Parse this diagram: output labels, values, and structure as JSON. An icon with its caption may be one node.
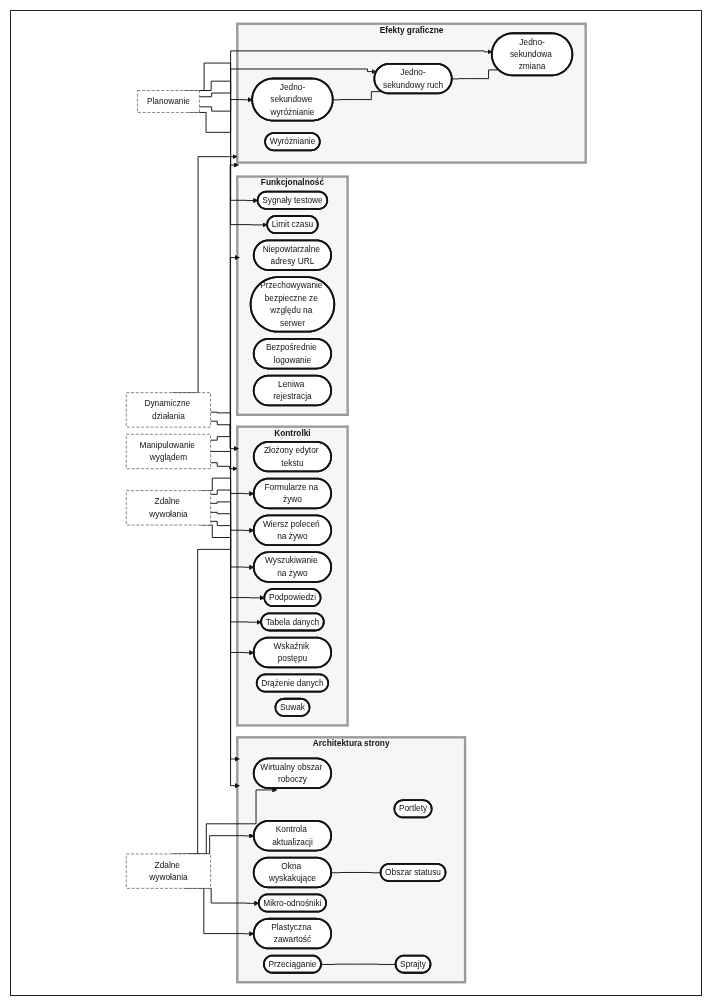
{
  "diagram": {
    "nodes": [
      {
        "text": [
          "Zdalne wywołania"
        ]
      },
      {
        "text": [
          "Kontrolki"
        ]
      },
      {
        "text": [
          "Suwak"
        ],
        "in": 1
      },
      {
        "text": [
          "Drążenie danych"
        ],
        "in": 1
      },
      {
        "text": [
          "Wskaźnik postępu"
        ],
        "in": 1
      },
      {
        "text": [
          "Tabela danych"
        ],
        "in": 1
      },
      {
        "text": [
          "Podpowiedzi"
        ],
        "in": 1
      },
      {
        "text": [
          "Wyszukiwanie na żywo"
        ],
        "in": 1
      },
      {
        "text": [
          "Wiersz poleceń na żywo"
        ],
        "in": 1
      },
      {
        "text": [
          "Formularze na żywo"
        ],
        "in": 1
      },
      {
        "text": [
          "Złożony edytor tekstu"
        ],
        "in": 1
      },
      {
        "text": [
          "Manipulowanie wyglądem"
        ]
      },
      {
        "text": [
          "Dynamiczne działania"
        ]
      },
      {
        "text": [
          "Architektura strony"
        ]
      },
      {
        "text": [
          "Przeciąganie"
        ],
        "in": 13
      },
      {
        "text": [
          "Sprajty"
        ],
        "in": 13
      },
      {
        "text": [
          "Plastyczna zawartość"
        ],
        "in": 13
      },
      {
        "text": [
          "Mikro-odnośniki"
        ],
        "in": 13
      },
      {
        "text": [
          "Okna wyskakujące"
        ],
        "in": 13
      },
      {
        "text": [
          "Obszar statusu"
        ],
        "in": 13
      },
      {
        "text": [
          "Portlety"
        ],
        "in": 13
      },
      {
        "text": [
          "Kontrola aktualizacji"
        ],
        "in": 13
      },
      {
        "text": [
          "Wirtualny obszar roboczy"
        ],
        "in": 13
      },
      {
        "text": [
          "Zdalne wywołania"
        ]
      },
      {
        "text": [
          "Efekty graficzne"
        ]
      },
      {
        "text": [
          "Jedno-sekundowe wyróżnianie"
        ],
        "in": 24
      },
      {
        "text": [
          "Jedno-sekundowy ruch"
        ],
        "in": 24
      },
      {
        "text": [
          "Jedno-sekundowa zmiana"
        ],
        "in": 24
      },
      {
        "text": [
          "Wyróżnianie"
        ],
        "in": 24
      },
      {
        "text": [
          "Planowanie"
        ]
      },
      {
        "text": [
          "Funkcjonalność"
        ]
      },
      {
        "text": [
          "Leniwa rejestracja"
        ],
        "in": 30
      },
      {
        "text": [
          "Bezpośrednie logowanie"
        ],
        "in": 30
      },
      {
        "text": [
          "Przechowywanie bezpieczne ze względu na serwer"
        ],
        "in": 30
      },
      {
        "text": [
          "Limit czasu"
        ],
        "in": 30
      },
      {
        "text": [
          "Sygnały testowe"
        ],
        "in": 30
      },
      {
        "text": [
          "Niepowtarzalne adresy URL"
        ],
        "in": 30
      }
    ],
    "edges": [
      {
        "from": 0,
        "to": 4,
        "arrow": "to"
      },
      {
        "from": 0,
        "to": 5,
        "arrow": "to"
      },
      {
        "from": 0,
        "to": 6,
        "arrow": "to"
      },
      {
        "from": 0,
        "to": 7,
        "arrow": "to"
      },
      {
        "from": 0,
        "to": 8,
        "arrow": "to"
      },
      {
        "from": 0,
        "to": 9,
        "arrow": "to"
      },
      {
        "from": 11,
        "to": 1,
        "arrow": "to"
      },
      {
        "from": 11,
        "to": 13,
        "arrow": "to"
      },
      {
        "from": 11,
        "to": 24,
        "arrow": "to"
      },
      {
        "from": 12,
        "to": 1,
        "arrow": "to"
      },
      {
        "from": 12,
        "to": 13,
        "arrow": "to"
      },
      {
        "from": 12,
        "to": 24,
        "arrow": "to"
      },
      {
        "from": 14,
        "to": 15,
        "arrow": "none"
      },
      {
        "from": 18,
        "to": 19,
        "arrow": "none"
      },
      {
        "from": 23,
        "to": 16,
        "arrow": "to"
      },
      {
        "from": 23,
        "to": 17,
        "arrow": "to"
      },
      {
        "from": 23,
        "to": 21,
        "arrow": "to"
      },
      {
        "from": 23,
        "to": 22,
        "arrow": "to"
      },
      {
        "from": 23,
        "to": 30,
        "arrow": "to"
      },
      {
        "from": 25,
        "to": 26,
        "arrow": "none"
      },
      {
        "from": 26,
        "to": 27,
        "arrow": "none"
      },
      {
        "from": 29,
        "to": 25,
        "arrow": "to"
      },
      {
        "from": 29,
        "to": 26,
        "arrow": "to"
      },
      {
        "from": 29,
        "to": 27,
        "arrow": "to"
      },
      {
        "from": 29,
        "to": 34,
        "arrow": "to"
      },
      {
        "from": 29,
        "to": 35,
        "arrow": "to"
      }
    ]
  }
}
